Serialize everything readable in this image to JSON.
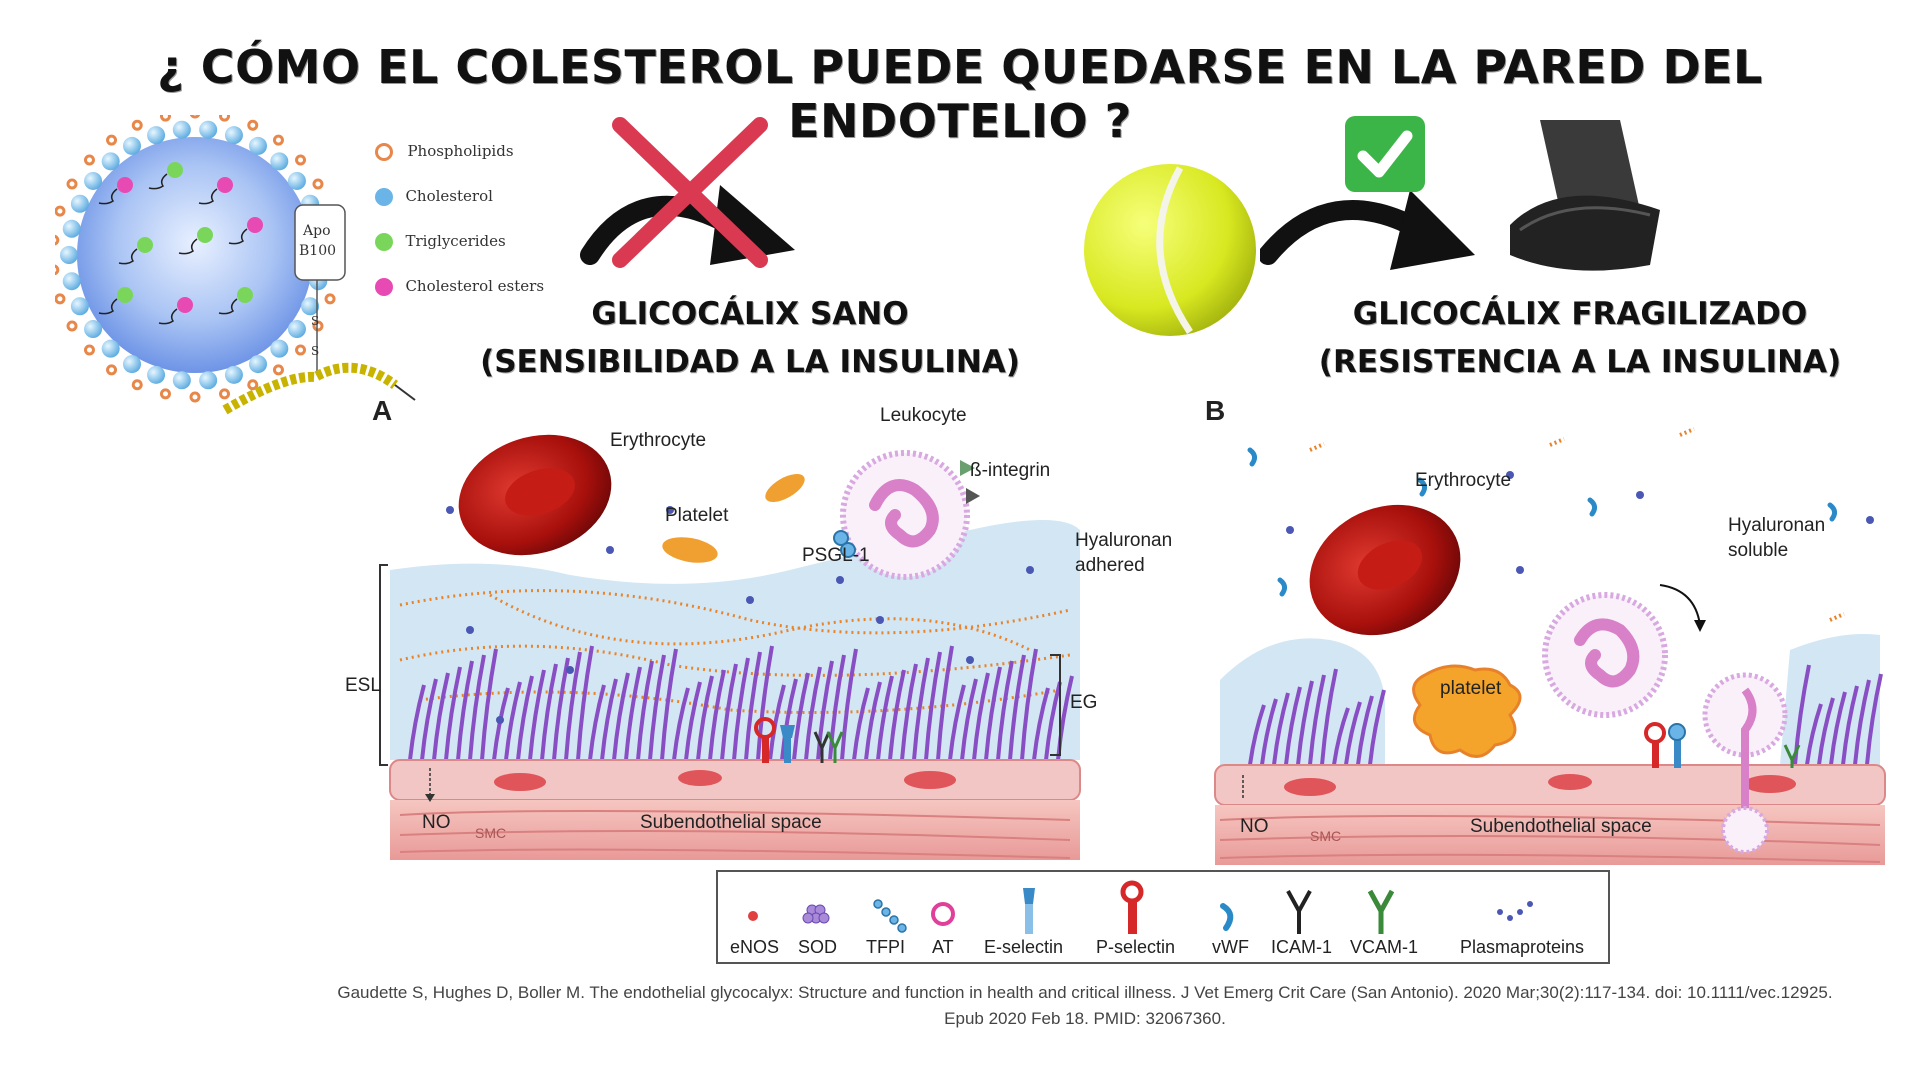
{
  "title": "¿ CÓMO EL COLESTEROL PUEDE QUEDARSE EN LA PARED DEL ENDOTELIO ?",
  "lipoprotein": {
    "apo_label_line1": "Apo",
    "apo_label_line2": "B100",
    "legend": [
      "Phospholipids",
      "Cholesterol",
      "Triglycerides",
      "Cholesterol esters"
    ],
    "colors": {
      "phospholipid": "#e8874a",
      "cholesterol": "#6ab4e8",
      "triglyceride": "#7ad65a",
      "ester": "#e84ab4"
    }
  },
  "left_section": {
    "line1": "GLICOCÁLIX SANO",
    "line2": "(SENSIBILIDAD A LA INSULINA)",
    "mark": "cross-icon",
    "mark_color": "#d93a52"
  },
  "right_section": {
    "line1": "GLICOCÁLIX FRAGILIZADO",
    "line2": "(RESISTENCIA A LA INSULINA)",
    "mark": "check-icon",
    "mark_color": "#3cb548"
  },
  "panel_a": {
    "letter": "A",
    "erythrocyte": "Erythrocyte",
    "leukocyte": "Leukocyte",
    "platelet": "Platelet",
    "integrin": "ß-integrin",
    "psgl": "PSGL-1",
    "hyaluronan_1": "Hyaluronan",
    "hyaluronan_2": "adhered",
    "esl": "ESL",
    "eg": "EG",
    "no": "NO",
    "smc": "SMC",
    "subendothelial": "Subendothelial space"
  },
  "panel_b": {
    "letter": "B",
    "erythrocyte": "Erythrocyte",
    "platelet": "platelet",
    "hyaluronan_1": "Hyaluronan",
    "hyaluronan_2": "soluble",
    "no": "NO",
    "smc": "SMC",
    "subendothelial": "Subendothelial space"
  },
  "legend": [
    "eNOS",
    "SOD",
    "TFPI",
    "AT",
    "E-selectin",
    "P-selectin",
    "vWF",
    "ICAM-1",
    "VCAM-1",
    "Plasmaproteins"
  ],
  "citation_line1": "Gaudette S, Hughes D, Boller M. The endothelial glycocalyx: Structure and function in health and critical illness. J Vet Emerg Crit Care (San Antonio). 2020 Mar;30(2):117-134. doi: 10.1111/vec.12925.",
  "citation_line2": "Epub 2020 Feb 18. PMID: 32067360."
}
